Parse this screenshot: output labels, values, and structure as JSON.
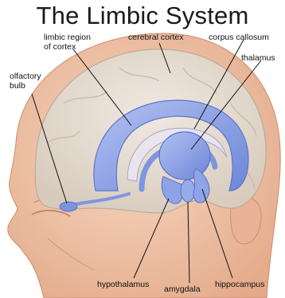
{
  "title": "The Limbic System",
  "labels": {
    "limbic_region": [
      "limbic region",
      "of cortex"
    ],
    "cerebral_cortex": "cerebral cortex",
    "corpus_callosum": "corpus callosum",
    "thalamus": "thalamus",
    "olfactory_bulb": [
      "olfactory",
      "bulb"
    ],
    "hypothalamus": "hypothalamus",
    "amygdala": "amygdala",
    "hippocampus": "hippocampus"
  },
  "colors": {
    "skin": "#f3c9ad",
    "brain": "#e7ddd2",
    "limbic": "#8fa5e8",
    "limbic_dark": "#5f79cf"
  }
}
